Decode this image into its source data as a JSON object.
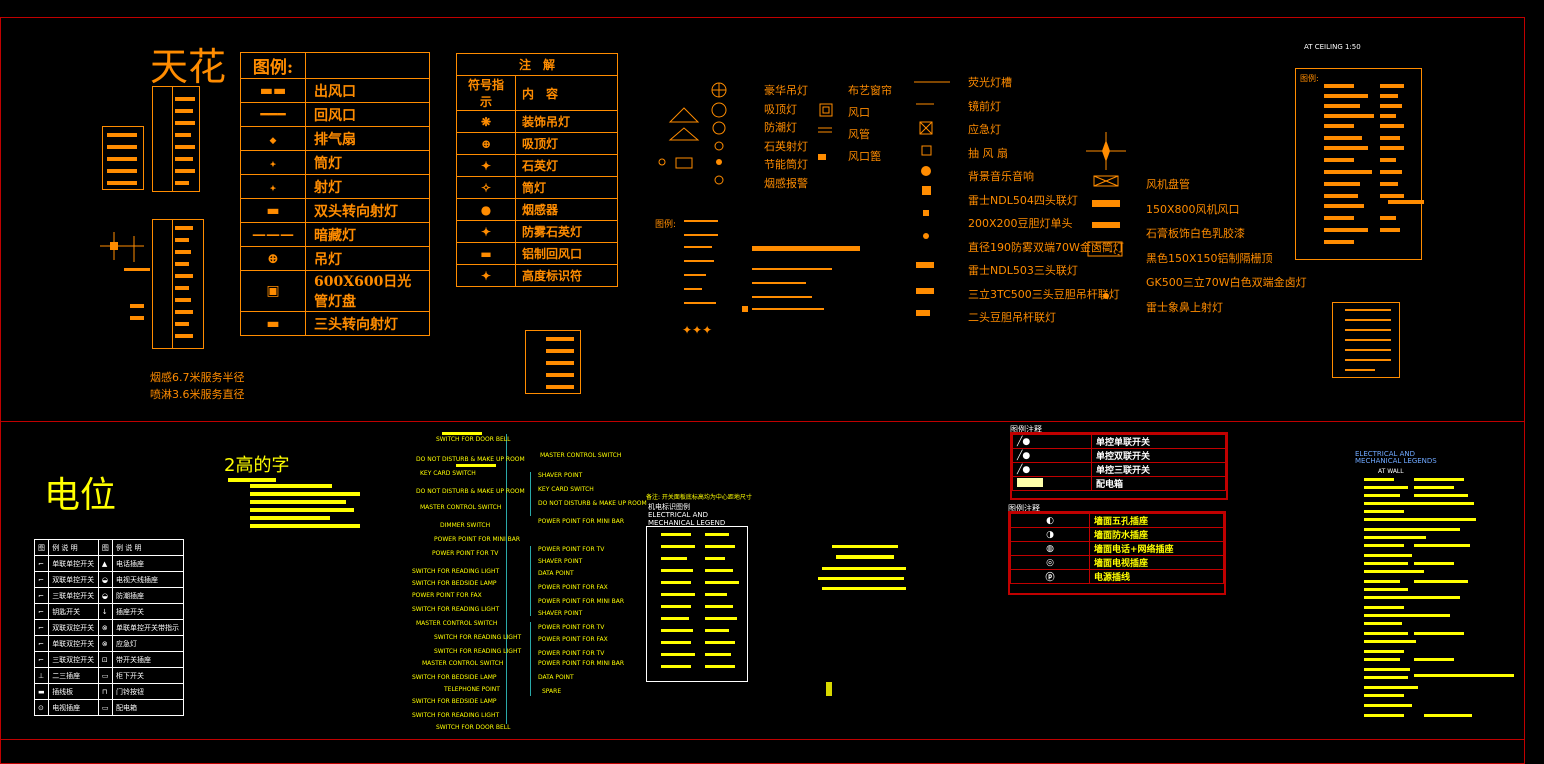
{
  "sections": {
    "ceiling_title": "天花",
    "electric_title": "电位",
    "note_2height": "2高的字"
  },
  "ceiling_legend": {
    "header": "图例:",
    "rows": [
      "出风口",
      "回风口",
      "排气扇",
      "筒灯",
      "射灯",
      "双头转向射灯",
      "暗藏灯",
      "吊灯",
      "600X600日光管灯盘",
      "三头转向射灯"
    ]
  },
  "notes_table": {
    "header": "注　解",
    "col1": "符号指示",
    "col2": "内　容",
    "rows": [
      "装饰吊灯",
      "吸顶灯",
      "石英灯",
      "筒灯",
      "烟感器",
      "防雾石英灯",
      "铝制回风口",
      "高度标识符"
    ]
  },
  "smoke_notes": [
    "烟感6.7米服务半径",
    "喷淋3.6米服务直径"
  ],
  "col_a": [
    "豪华吊灯",
    "吸顶灯",
    "防潮灯",
    "石英射灯",
    "节能筒灯",
    "烟感报警"
  ],
  "col_b": [
    "布艺窗帘",
    "风口",
    "风管",
    "风口篦"
  ],
  "col_c": [
    "荧光灯槽",
    "镜前灯",
    "应急灯",
    "抽 风 扇",
    "背景音乐音响",
    "雷士NDL504四头联灯",
    "200X200豆胆灯单头",
    "直径190防雾双端70W金卤筒灯",
    "雷士NDL503三头联灯",
    "三立3TC500三头豆胆吊杆联灯",
    "二头豆胆吊杆联灯"
  ],
  "col_d": [
    "风机盘管",
    "150X800风机风口",
    "石膏板饰白色乳胶漆",
    "黑色150X150铝制隔栅顶",
    "GK500三立70W白色双端金卤灯",
    "雷士象鼻上射灯"
  ],
  "mid_legend_title": "图例:",
  "at_ceiling": "AT CEILING   1:50",
  "mech_legend": {
    "note": "备注: 开关面板底标高均为中心距地尺寸",
    "cn": "机电标识图例",
    "en1": "ELECTRICAL AND",
    "en2": "MECHANICAL LEGEND"
  },
  "elec_legend_right": {
    "en1": "ELECTRICAL AND",
    "en2": "MECHANICAL LEGENDS",
    "sub": "AT WALL"
  },
  "switch_table": {
    "title": "图例注释",
    "rows": [
      "单控单联开关",
      "单控双联开关",
      "单控三联开关",
      "配电箱"
    ]
  },
  "socket_table": {
    "title": "图例注释",
    "rows": [
      "墙面五孔插座",
      "墙面防水插座",
      "墙面电话+网络插座",
      "墙面电视插座",
      "电源插线"
    ]
  },
  "switch_symbol_table": {
    "head": [
      "图",
      "例",
      "说",
      "明",
      "图",
      "例",
      "说",
      "明"
    ],
    "left": [
      "单联单控开关",
      "双联单控开关",
      "三联单控开关",
      "钥匙开关",
      "双联双控开关",
      "单联双控开关",
      "三联双控开关",
      "二三插座",
      "插线板",
      "电视插座"
    ],
    "right": [
      "电话插座",
      "电视天线插座",
      "防潮插座",
      "插座开关",
      "单联单控开关带指示",
      "应急灯",
      "带开关插座",
      "柜下开关",
      "门铃按钮",
      "配电箱"
    ]
  },
  "tag_labels": [
    "SWITCH FOR DOOR BELL",
    "DO NOT DISTURB & MAKE UP ROOM",
    "KEY CARD SWITCH",
    "SWITCH FOR BEDSIDE LAMP",
    "SWITCH FOR READING LIGHT",
    "MASTER CONTROL SWITCH",
    "DIMMER SWITCH",
    "POWER POINT FOR MINI BAR",
    "POWER POINT FOR TV",
    "POWER POINT FOR FAX",
    "SHAVER POINT",
    "TELEPHONE POINT",
    "DATA POINT",
    "SPARE"
  ],
  "colors": {
    "orange": "#ff8c00",
    "yellow": "#ffff00",
    "red": "#c00000",
    "white": "#ffffff"
  }
}
